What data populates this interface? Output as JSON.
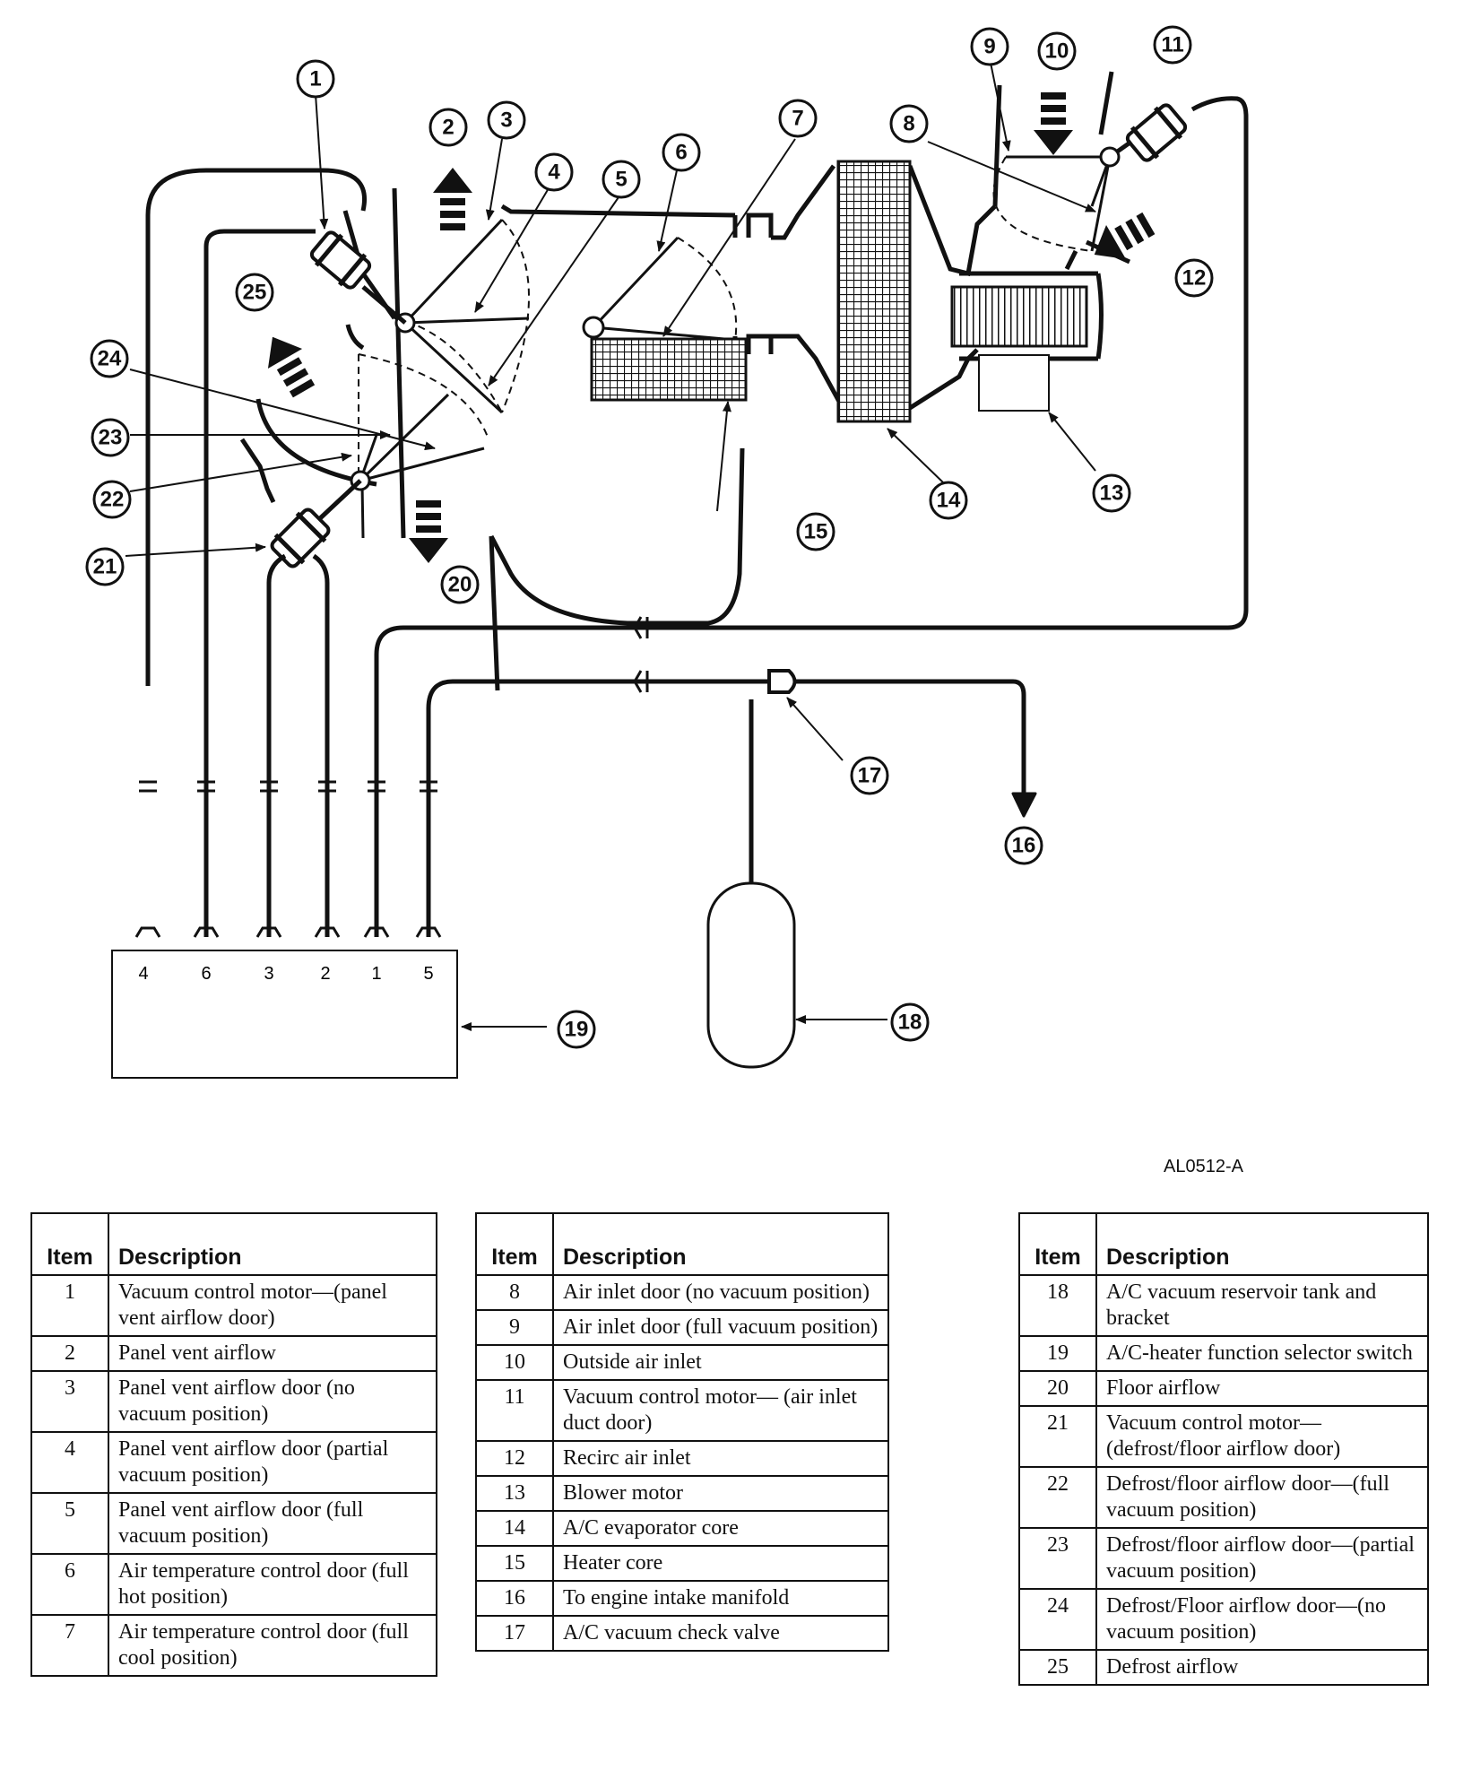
{
  "figure_code": "AL0512-A",
  "selector_pins": [
    "4",
    "6",
    "3",
    "2",
    "1",
    "5"
  ],
  "callouts": [
    "1",
    "2",
    "3",
    "4",
    "5",
    "6",
    "7",
    "8",
    "9",
    "10",
    "11",
    "12",
    "13",
    "14",
    "15",
    "16",
    "17",
    "18",
    "19",
    "20",
    "21",
    "22",
    "23",
    "24",
    "25"
  ],
  "tables": [
    {
      "header_item": "Item",
      "header_desc": "Description",
      "rows": [
        {
          "item": "1",
          "desc": "Vacuum control motor—(panel vent airflow door)"
        },
        {
          "item": "2",
          "desc": "Panel vent airflow"
        },
        {
          "item": "3",
          "desc": "Panel vent airflow door (no vacuum position)"
        },
        {
          "item": "4",
          "desc": "Panel vent airflow door (partial vacuum position)"
        },
        {
          "item": "5",
          "desc": "Panel vent airflow door (full vacuum position)"
        },
        {
          "item": "6",
          "desc": "Air temperature control door (full hot position)"
        },
        {
          "item": "7",
          "desc": "Air temperature control door (full cool position)"
        }
      ]
    },
    {
      "header_item": "Item",
      "header_desc": "Description",
      "rows": [
        {
          "item": "8",
          "desc": "Air inlet door (no vacuum position)"
        },
        {
          "item": "9",
          "desc": "Air inlet door (full vacuum position)"
        },
        {
          "item": "10",
          "desc": "Outside air inlet"
        },
        {
          "item": "11",
          "desc": "Vacuum control motor— (air inlet duct door)"
        },
        {
          "item": "12",
          "desc": "Recirc air inlet"
        },
        {
          "item": "13",
          "desc": "Blower motor"
        },
        {
          "item": "14",
          "desc": "A/C evaporator core"
        },
        {
          "item": "15",
          "desc": "Heater core"
        },
        {
          "item": "16",
          "desc": "To engine intake manifold"
        },
        {
          "item": "17",
          "desc": "A/C vacuum check valve"
        }
      ]
    },
    {
      "header_item": "Item",
      "header_desc": "Description",
      "rows": [
        {
          "item": "18",
          "desc": "A/C vacuum reservoir tank and bracket"
        },
        {
          "item": "19",
          "desc": "A/C-heater function selector switch"
        },
        {
          "item": "20",
          "desc": "Floor airflow"
        },
        {
          "item": "21",
          "desc": "Vacuum control motor—(defrost/floor airflow door)"
        },
        {
          "item": "22",
          "desc": "Defrost/floor airflow door—(full vacuum position)"
        },
        {
          "item": "23",
          "desc": "Defrost/floor airflow door—(partial vacuum position)"
        },
        {
          "item": "24",
          "desc": "Defrost/Floor airflow door—(no vacuum position)"
        },
        {
          "item": "25",
          "desc": "Defrost airflow"
        }
      ]
    }
  ]
}
